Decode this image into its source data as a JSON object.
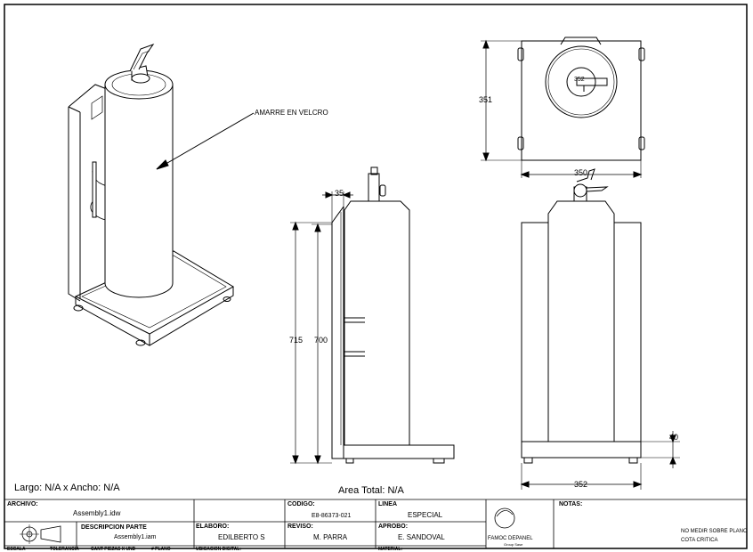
{
  "drawing": {
    "callout": "AMARRE EN VELCRO",
    "dimensions": {
      "d35": "35",
      "d715": "715",
      "d700": "700",
      "d351": "351",
      "d350": "350",
      "d352_top": "352",
      "d40": "40",
      "d352_bottom": "352"
    },
    "largo_ancho": "Largo: N/A x Ancho: N/A",
    "area_total": "Area Total: N/A"
  },
  "title_block": {
    "archivo_label": "ARCHIVO:",
    "archivo_value": "Assembly1.idw",
    "descripcion_label": "DESCRIPCION PARTE",
    "descripcion_value": "Assembly1.iam",
    "codigo_label": "CODIGO:",
    "codigo_value": "E8-86373-021",
    "linea_label": "LINEA",
    "linea_value": "ESPECIAL",
    "elaboro_label": "ELABORO:",
    "elaboro_value": "EDILBERTO S",
    "reviso_label": "REVISO:",
    "reviso_value": "M. PARRA",
    "aprobo_label": "APROBO:",
    "aprobo_value": "E. SANDOVAL",
    "logo_text": "FAMOC DEPANEL",
    "logo_sub": "Group Sase",
    "notas_label": "NOTAS:",
    "note1": "NO MEDIR SOBRE PLANO",
    "note2": "COTA CRITICA",
    "escala_label": "ESCALA",
    "tolerancia_label": "TOLERANCIA",
    "cant_label": "CANT PIEZAS X UND",
    "plano_label": "# PLANO",
    "ubicacion_label": "UBICACION DIGITAL:",
    "material_label": "MATERIAL:"
  }
}
